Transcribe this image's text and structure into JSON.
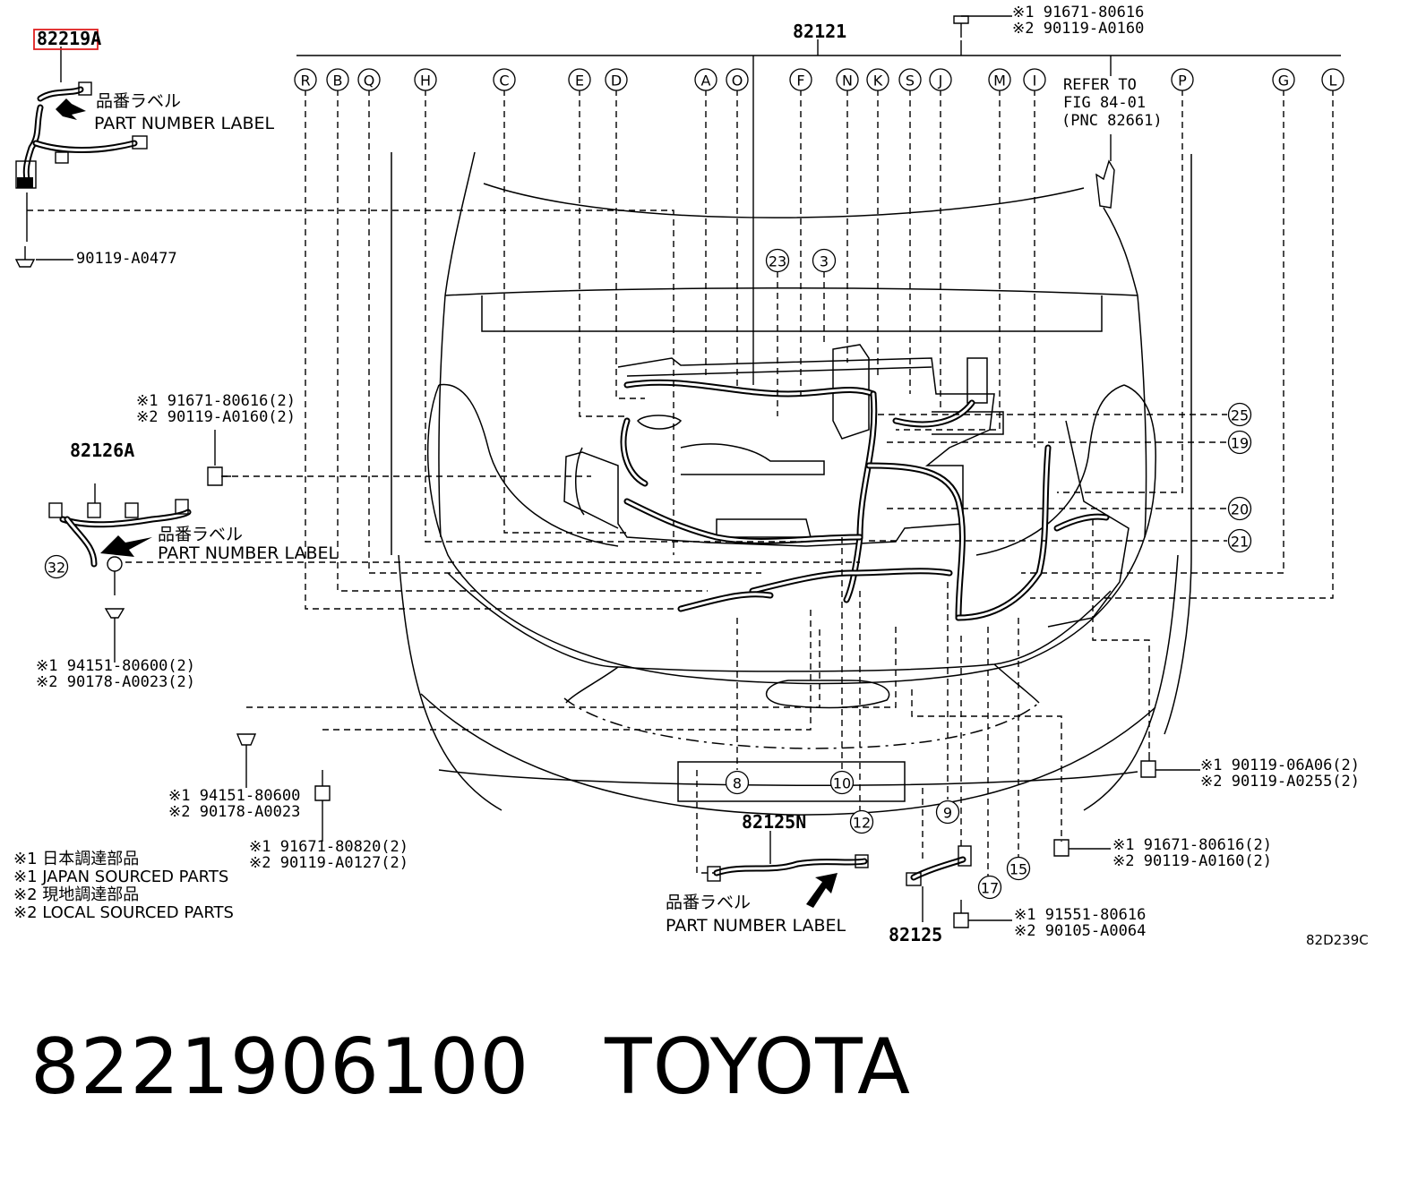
{
  "top_part": "82121",
  "fig_code": "82D239C",
  "refer": [
    "REFER TO",
    "FIG 84-01",
    "(PNC 82661)"
  ],
  "connector_letters": [
    "R",
    "B",
    "Q",
    "H",
    "C",
    "E",
    "D",
    "A",
    "O",
    "F",
    "N",
    "K",
    "S",
    "J",
    "M",
    "I",
    "P",
    "G",
    "L"
  ],
  "numbered_callouts": [
    "23",
    "3",
    "25",
    "19",
    "20",
    "21",
    "32",
    "8",
    "10",
    "12",
    "9",
    "17",
    "15"
  ],
  "part_numbers": {
    "p82219a": "82219A",
    "p82126a": "82126A",
    "p82125n": "82125N",
    "p82125": "82125"
  },
  "labels": {
    "pn_label_jp": "品番ラベル",
    "pn_label_en": "PART NUMBER LABEL"
  },
  "fasteners": {
    "f_top": [
      "※1 91671-80616",
      "※2 90119-A0160"
    ],
    "f_a0477": "90119-A0477",
    "f_left_bolt": [
      "※1 91671-80616(2)",
      "※2 90119-A0160(2)"
    ],
    "f_clip_left": [
      "※1 94151-80600(2)",
      "※2 90178-A0023(2)"
    ],
    "f_clip_bottom": [
      "※1 94151-80600",
      "※2 90178-A0023"
    ],
    "f_bolt_bottom": [
      "※1 91671-80820(2)",
      "※2 90119-A0127(2)"
    ],
    "f_right_bolt": [
      "※1 90119-06A06(2)",
      "※2 90119-A0255(2)"
    ],
    "f_right_bolt2": [
      "※1 91671-80616(2)",
      "※2 90119-A0160(2)"
    ],
    "f_bottom_center": [
      "※1 91551-80616",
      "※2 90105-A0064"
    ]
  },
  "legend": [
    "※1 日本調達部品",
    "※1 JAPAN SOURCED PARTS",
    "※2 現地調達部品",
    "※2 LOCAL SOURCED PARTS"
  ],
  "footer": {
    "part_no": "8221906100",
    "brand": "TOYOTA"
  }
}
